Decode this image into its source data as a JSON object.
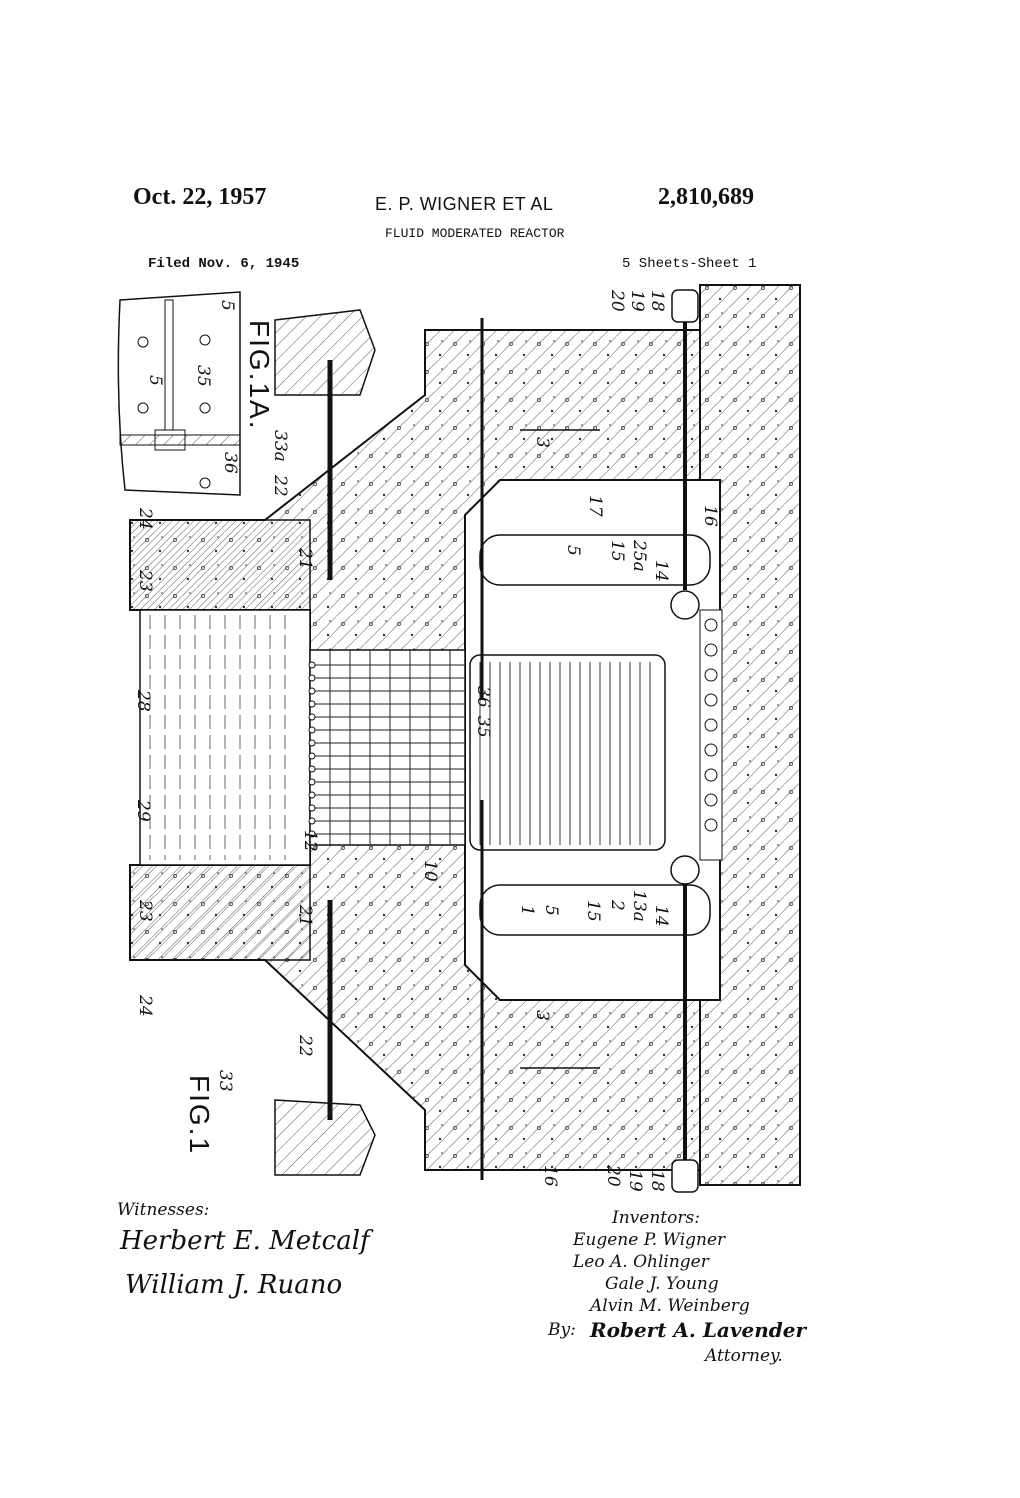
{
  "header": {
    "date": "Oct. 22, 1957",
    "inventor": "E. P. WIGNER  ET AL",
    "patent_number": "2,810,689",
    "title": "FLUID MODERATED REACTOR",
    "filed": "Filed Nov. 6, 1945",
    "sheets": "5 Sheets-Sheet 1"
  },
  "figures": {
    "fig1": "FIG.1",
    "fig1a": "FIG.1A."
  },
  "reference_numerals": {
    "top_right": [
      "20",
      "19",
      "18"
    ],
    "fig1a": [
      "5",
      "5",
      "35",
      "36"
    ],
    "upper": [
      "33a",
      "22",
      "21",
      "24",
      "23",
      "17",
      "16",
      "15",
      "25a",
      "14",
      "5"
    ],
    "middle": [
      "28",
      "29",
      "12",
      "36",
      "35"
    ],
    "lower": [
      "23",
      "21",
      "24",
      "22",
      "10",
      "1",
      "5",
      "15",
      "2",
      "13a",
      "14",
      "33",
      "16",
      "20",
      "19",
      "18"
    ],
    "section": [
      "3",
      "3"
    ]
  },
  "witnesses": {
    "label": "Witnesses:",
    "signatures": [
      "Herbert E. Metcalf",
      "William J. Ruano"
    ]
  },
  "inventors": {
    "label": "Inventors:",
    "names": [
      "Eugene P. Wigner",
      "Leo A. Ohlinger",
      "Gale J. Young",
      "Alvin M. Weinberg"
    ],
    "by_label": "By:",
    "attorney_signature": "Robert A. Lavender",
    "attorney_label": "Attorney."
  }
}
